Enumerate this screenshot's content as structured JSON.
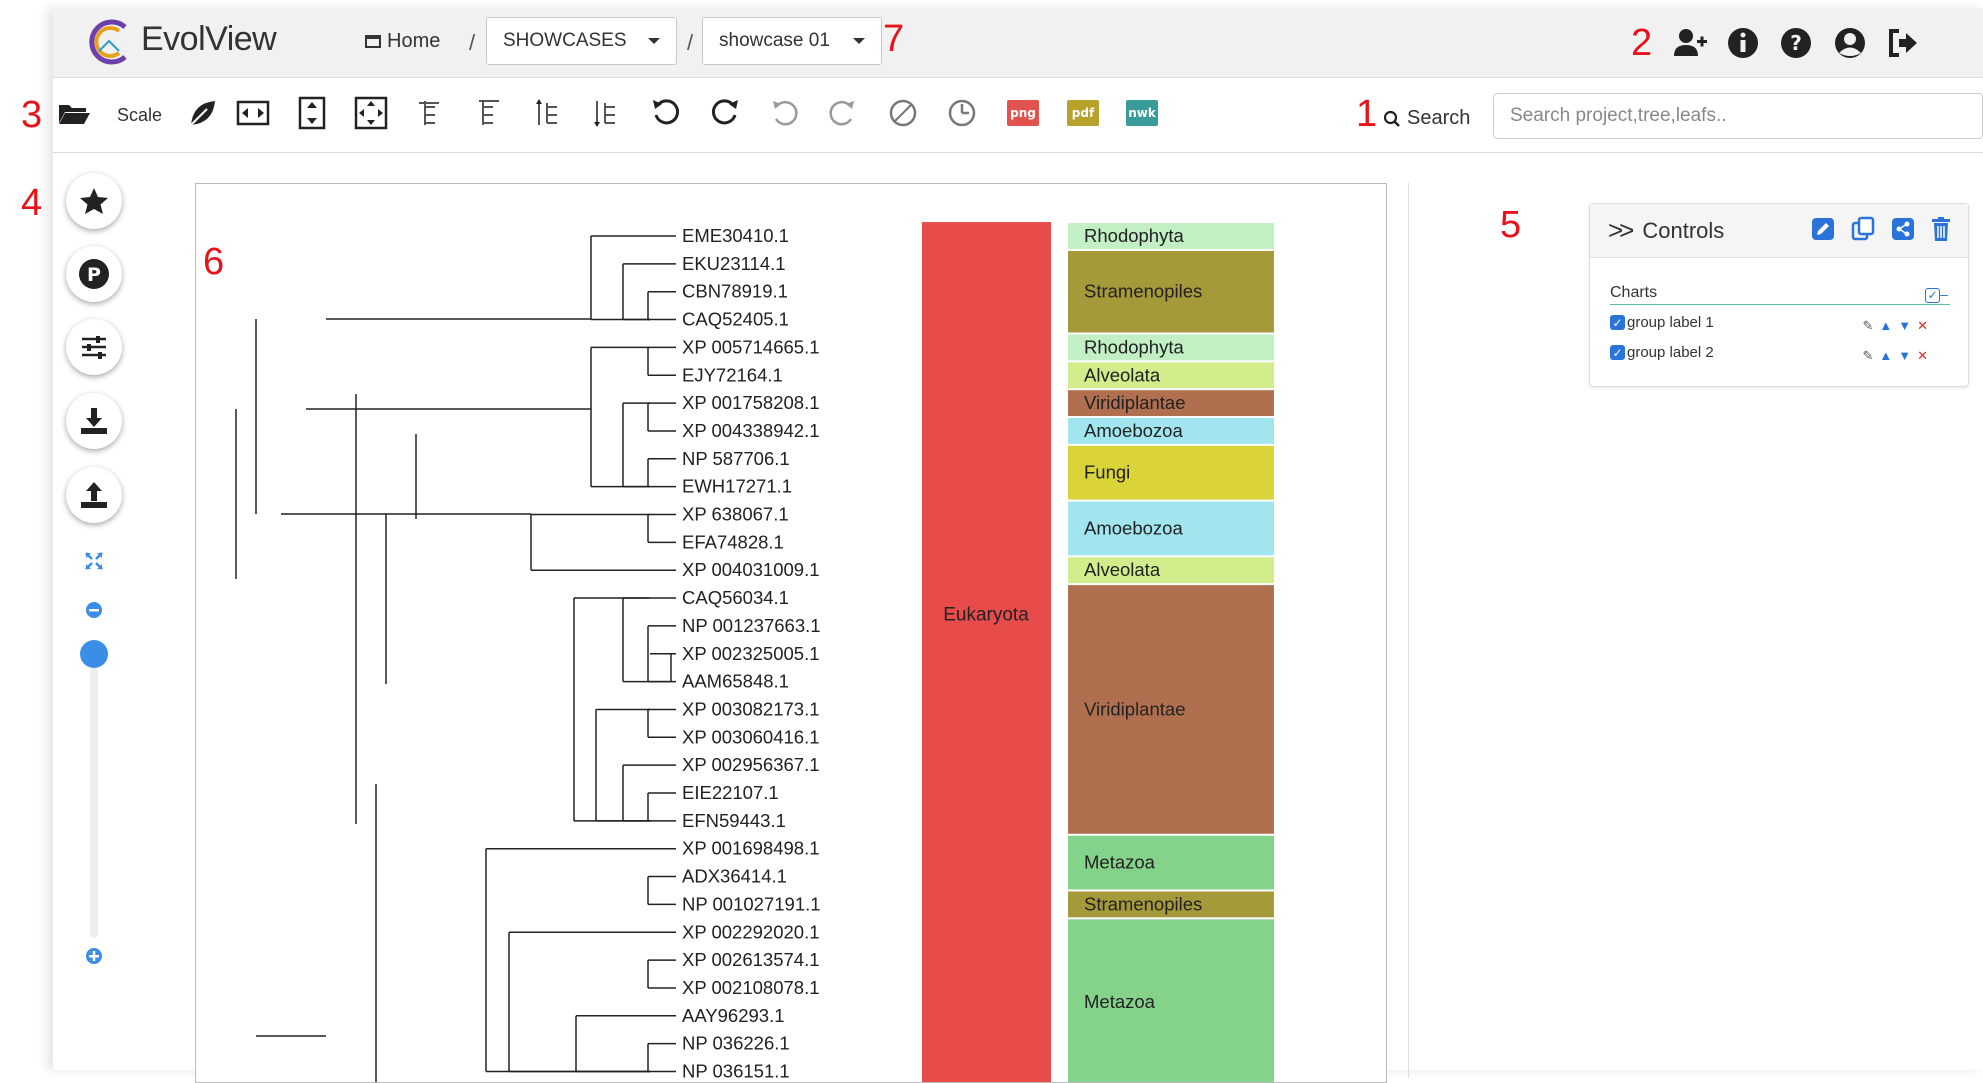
{
  "app": {
    "brand": "EvolView"
  },
  "breadcrumb": {
    "home": "Home",
    "sep": "/",
    "section": "SHOWCASES",
    "item": "showcase 01"
  },
  "callouts": {
    "c1": "1",
    "c2": "2",
    "c3": "3",
    "c4": "4",
    "c5": "5",
    "c6": "6",
    "c7": "7"
  },
  "toolbar": {
    "scale_label": "Scale",
    "export_png": "png",
    "export_pdf": "pdf",
    "export_nwk": "nwk",
    "search_label": "Search",
    "search_placeholder": "Search project,tree,leafs.."
  },
  "controls": {
    "title": "Controls",
    "charts_label": "Charts",
    "groups": [
      {
        "label": "group label 1"
      },
      {
        "label": "group label 2"
      }
    ]
  },
  "tree": {
    "leaves": [
      "EME30410.1",
      "EKU23114.1",
      "CBN78919.1",
      "CAQ52405.1",
      "XP 005714665.1",
      "EJY72164.1",
      "XP 001758208.1",
      "XP 004338942.1",
      "NP 587706.1",
      "EWH17271.1",
      "XP 638067.1",
      "EFA74828.1",
      "XP 004031009.1",
      "CAQ56034.1",
      "NP 001237663.1",
      "XP 002325005.1",
      "AAM65848.1",
      "XP 003082173.1",
      "XP 003060416.1",
      "XP 002956367.1",
      "EIE22107.1",
      "EFN59443.1",
      "XP 001698498.1",
      "ADX36414.1",
      "NP 001027191.1",
      "XP 002292020.1",
      "XP 002613574.1",
      "XP 002108078.1",
      "AAY96293.1",
      "NP 036226.1",
      "NP 036151.1"
    ],
    "domain_label": "Eukaryota",
    "domain_color": "#e84c4a",
    "groups": [
      {
        "label": "Rhodophyta",
        "start": 0,
        "end": 0,
        "color": "#c2efc4"
      },
      {
        "label": "Stramenopiles",
        "start": 1,
        "end": 3,
        "color": "#a59a39"
      },
      {
        "label": "Rhodophyta",
        "start": 4,
        "end": 4,
        "color": "#c2efc4"
      },
      {
        "label": "Alveolata",
        "start": 5,
        "end": 5,
        "color": "#d2ee8c"
      },
      {
        "label": "Viridiplantae",
        "start": 6,
        "end": 6,
        "color": "#b0704f"
      },
      {
        "label": "Amoebozoa",
        "start": 7,
        "end": 7,
        "color": "#a1e6ef"
      },
      {
        "label": "Fungi",
        "start": 8,
        "end": 9,
        "color": "#dad43a"
      },
      {
        "label": "Amoebozoa",
        "start": 10,
        "end": 11,
        "color": "#a1e6ef"
      },
      {
        "label": "Alveolata",
        "start": 12,
        "end": 12,
        "color": "#d2ee8c"
      },
      {
        "label": "Viridiplantae",
        "start": 13,
        "end": 21,
        "color": "#b0704f"
      },
      {
        "label": "Metazoa",
        "start": 22,
        "end": 23,
        "color": "#85d28a"
      },
      {
        "label": "Stramenopiles",
        "start": 24,
        "end": 24,
        "color": "#a59a39"
      },
      {
        "label": "Metazoa",
        "start": 25,
        "end": 30,
        "color": "#85d28a"
      }
    ]
  }
}
